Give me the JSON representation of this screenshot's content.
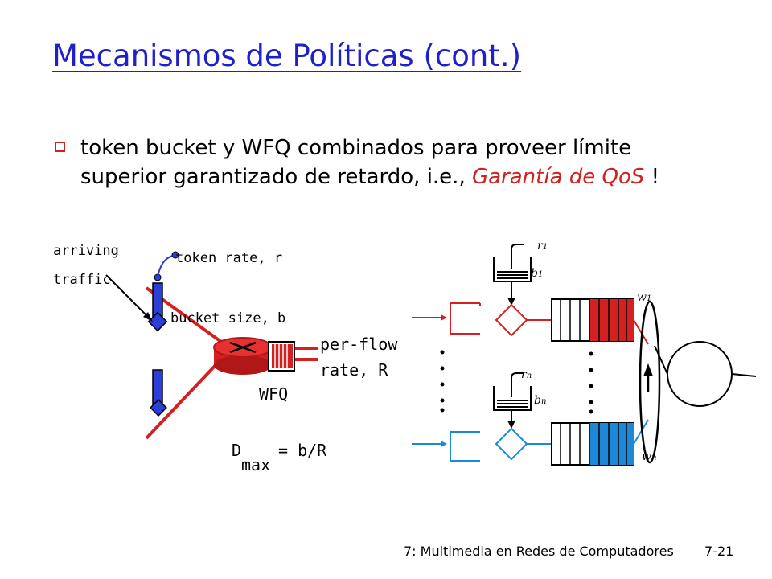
{
  "slide": {
    "title": "Mecanismos de Políticas (cont.)",
    "bullet": {
      "text_before": "token bucket y WFQ combinados para proveer límite superior garantizado de retardo, i.e., ",
      "highlight": "Garantía de QoS",
      "text_after": " !"
    },
    "footer": "7: Multimedia en Redes de Computadores",
    "page": "7-21"
  },
  "left_diagram": {
    "arriving": "arriving",
    "traffic": "traffic",
    "token_rate": "token rate, r",
    "bucket_size": "bucket size, b",
    "per_flow": "per-flow",
    "rate": "rate, R",
    "wfq": "WFQ",
    "dmax_d": "D",
    "dmax_eq": "= b/R",
    "dmax_sub": "max"
  },
  "right_diagram": {
    "r1": "r",
    "r1_sub": "1",
    "b1": "b",
    "b1_sub": "1",
    "w1": "w",
    "w1_sub": "1",
    "rn": "r",
    "rn_sub": "n",
    "bn": "b",
    "bn_sub": "n",
    "wn": "w",
    "wn_sub": "n"
  },
  "colors": {
    "title": "#1f1fcc",
    "highlight": "#d02020",
    "flow1": "#d42020",
    "flown": "#1e88d8",
    "bucket": "#2b3ed8"
  }
}
